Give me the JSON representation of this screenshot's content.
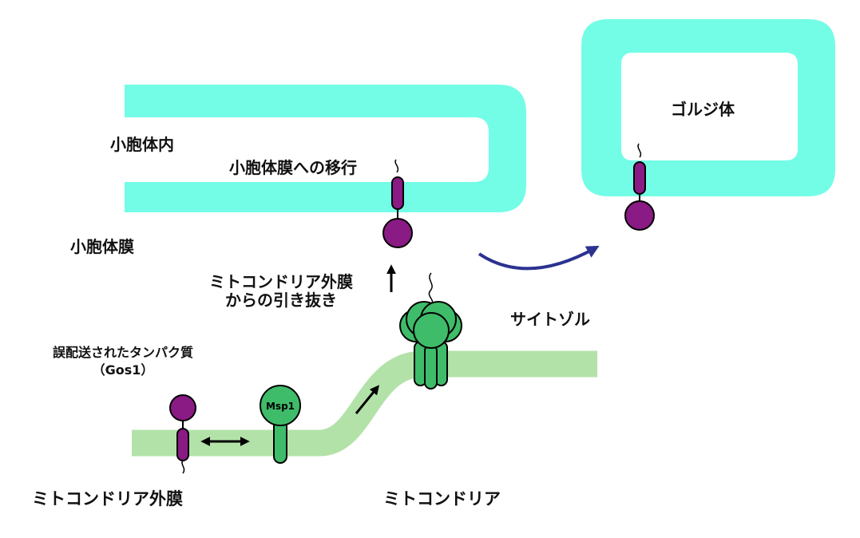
{
  "labels": {
    "vacuole_lumen": "小胞体内",
    "er_transfer": "小胞体膜への移行",
    "er_membrane": "小胞体膜",
    "extraction_line1": "ミトコンドリア外膜",
    "extraction_line2": "からの引き抜き",
    "cytosol": "サイトゾル",
    "golgi": "ゴルジ体",
    "mistargeted_line1": "誤配送されたタンパク質",
    "mistargeted_line2": "（Gos1）",
    "msp1": "Msp1",
    "mito_outer_membrane": "ミトコンドリア外膜",
    "mitochondria": "ミトコンドリア"
  },
  "colors": {
    "er": "#74fde6",
    "mito_membrane": "#b2e2a8",
    "protein_green": "#3fbc6a",
    "protein_purple": "#8a1a84",
    "arrow_blue": "#2b3290",
    "arrow_black": "#000000"
  }
}
